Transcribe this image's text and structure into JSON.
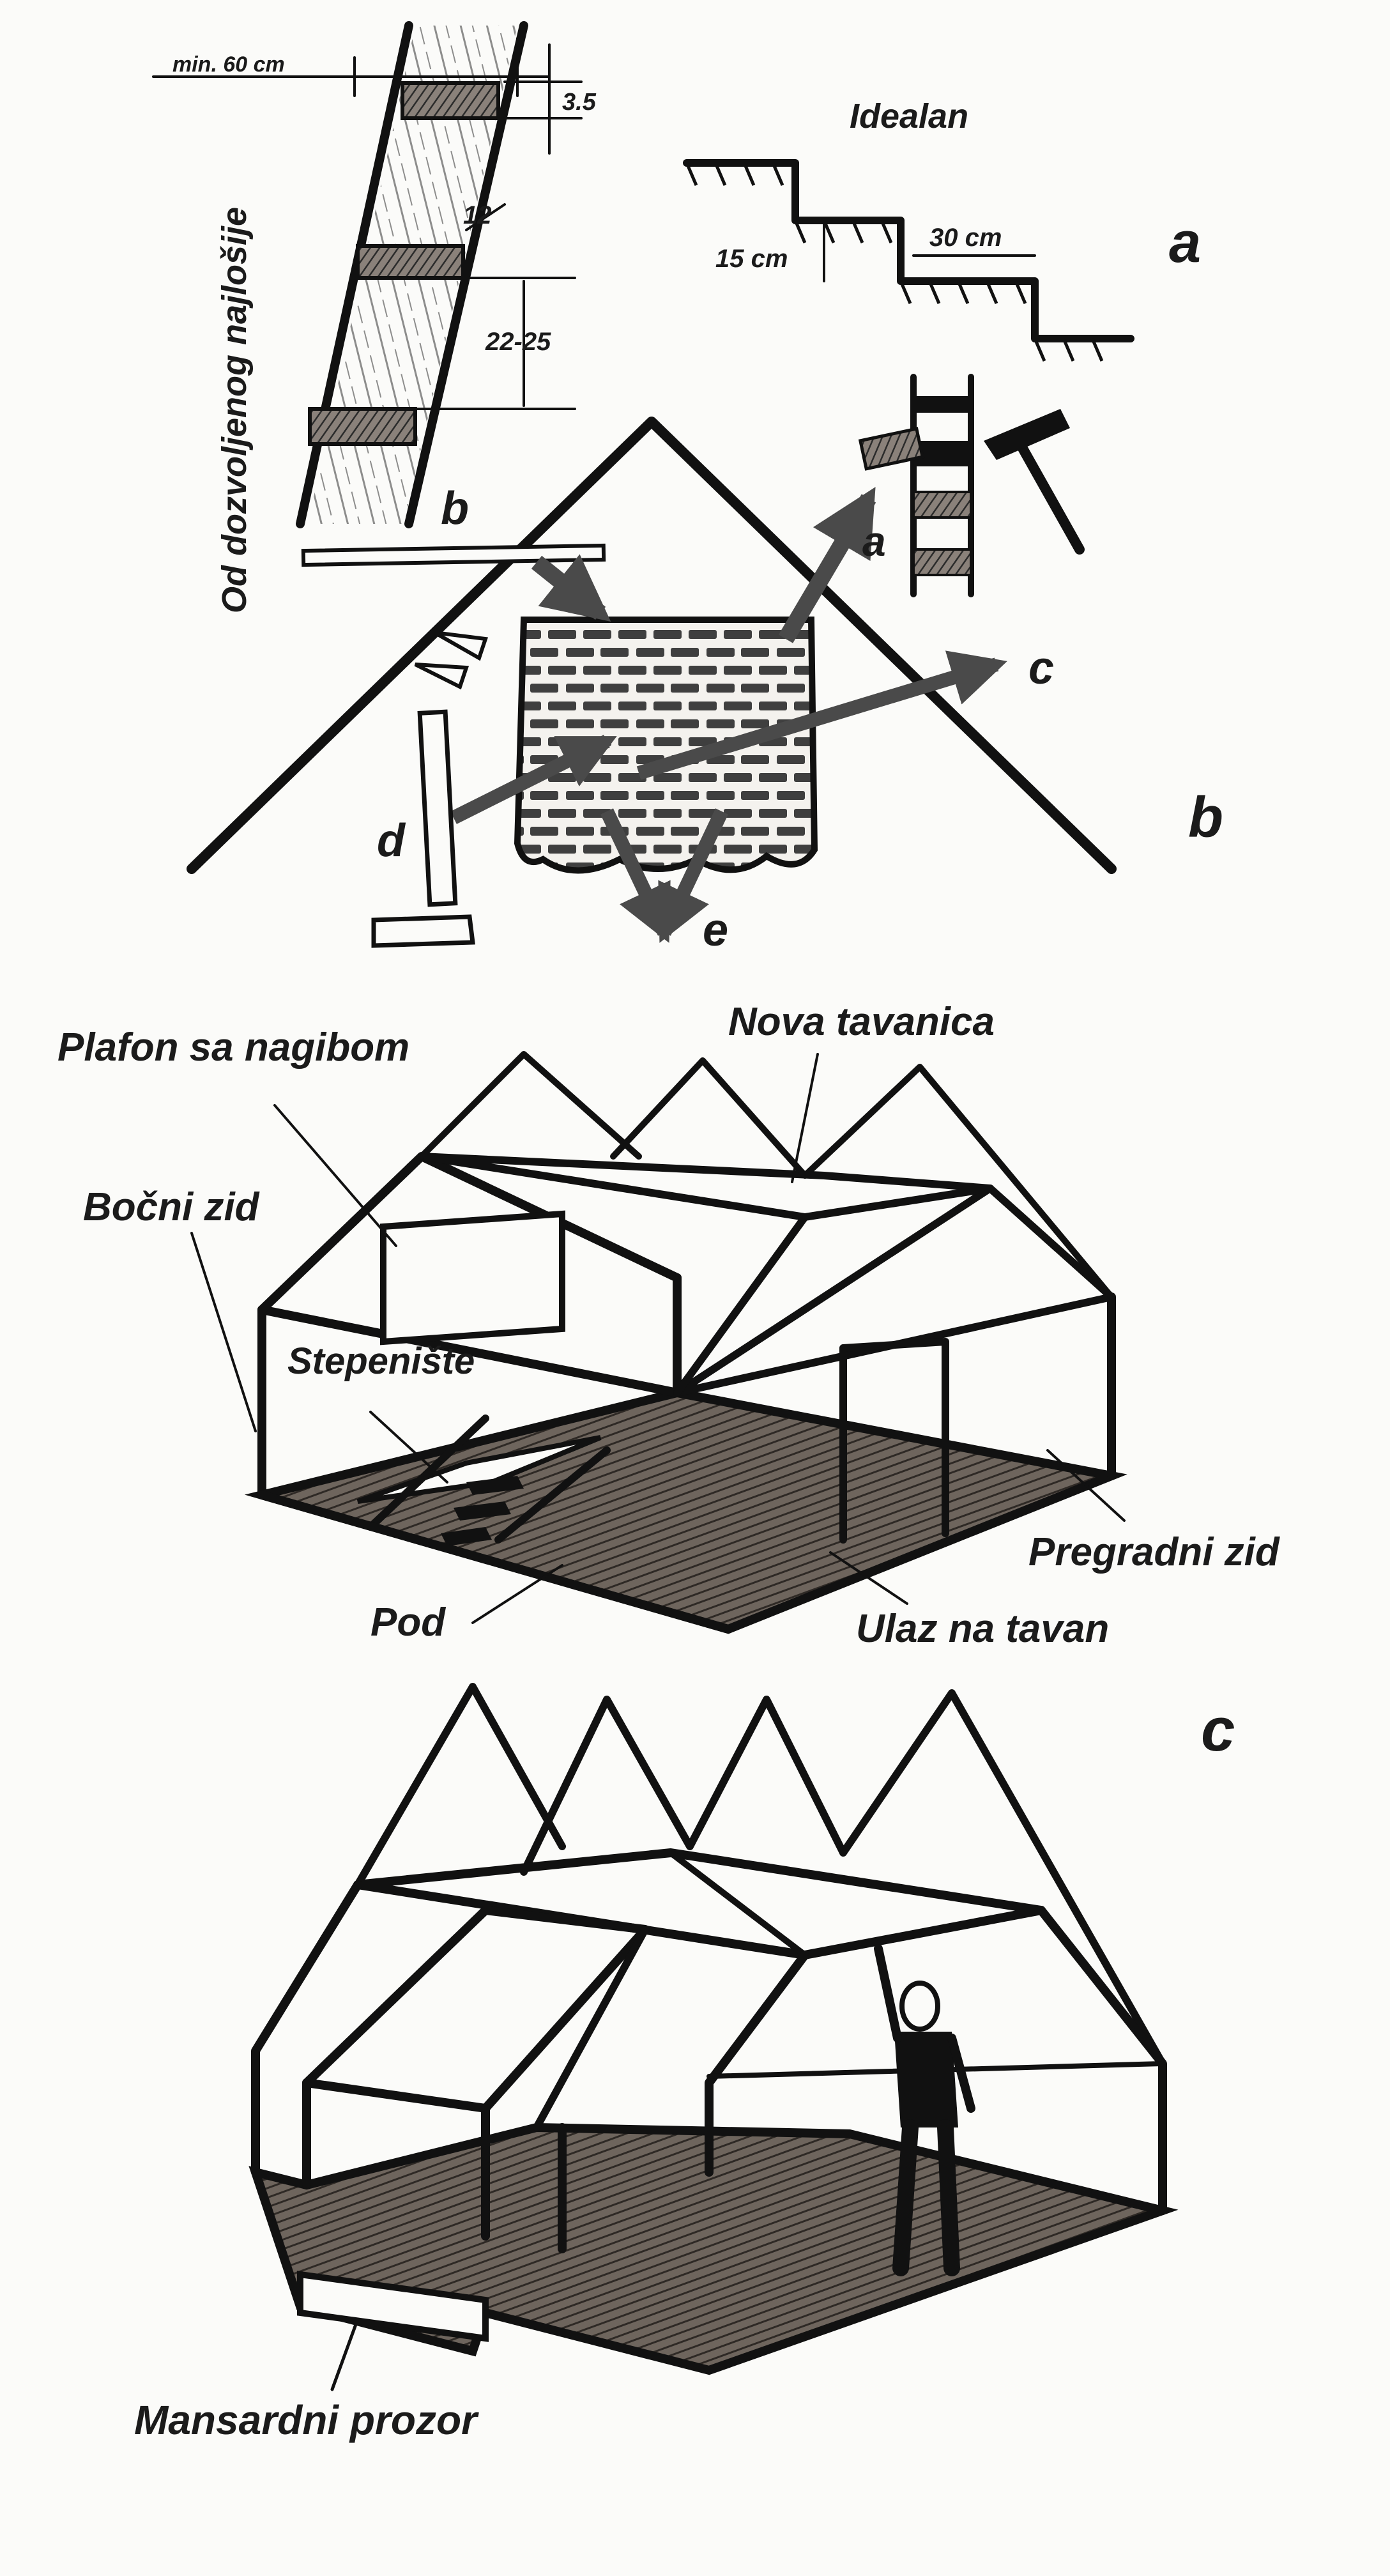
{
  "fig_a": {
    "ladder_min_label": "min. 60 cm",
    "dim_3_5": "3.5",
    "dim_12": "12",
    "dim_22_25": "22-25",
    "vertical_caption": "Od dozvoljenog najlošije",
    "ideal_label": "Idealan",
    "tread_label": "30 cm",
    "riser_label": "15 cm",
    "panel_letter": "a"
  },
  "fig_b": {
    "label_b_plank": "b",
    "label_a_ladder": "a",
    "label_c_arrow": "c",
    "label_d_post": "d",
    "label_e_down": "e",
    "panel_letter": "b"
  },
  "fig_attic": {
    "plafon": "Plafon sa nagibom",
    "nova_tavanica": "Nova tavanica",
    "bocni_zid": "Bočni zid",
    "stepeniste": "Stepenište",
    "pregradni_zid": "Pregradni zid",
    "pod": "Pod",
    "ulaz": "Ulaz na tavan"
  },
  "fig_c": {
    "panel_letter": "c",
    "mansardni": "Mansardni prozor"
  },
  "colors": {
    "ink": "#111111",
    "paper": "#fbfbf9",
    "floor": "#5a524b",
    "brick": "#4a4a4a"
  }
}
